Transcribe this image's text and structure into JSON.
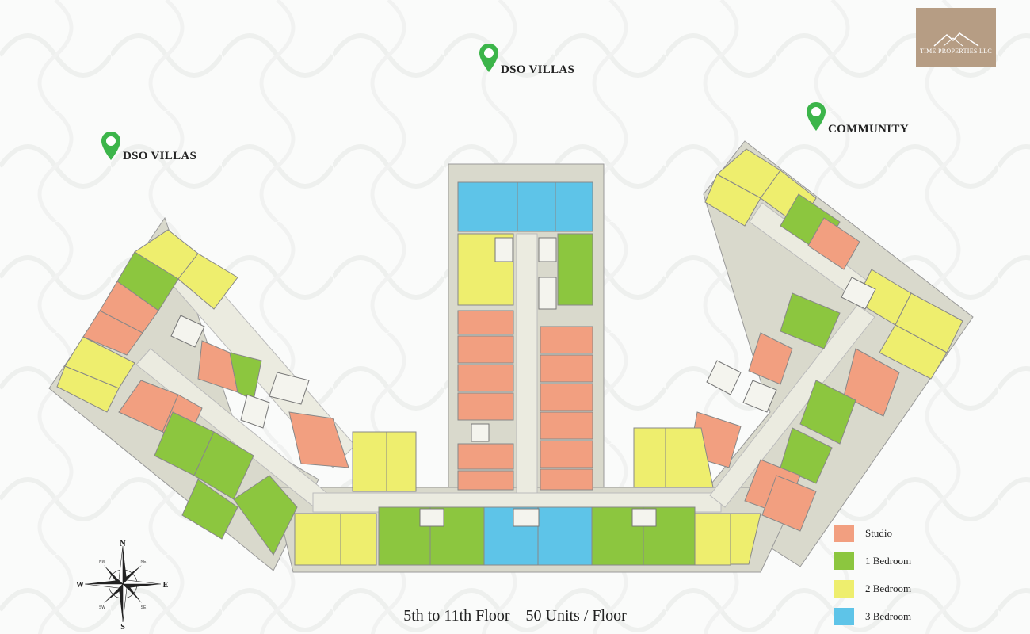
{
  "markers": [
    {
      "label": "DSO VILLAS",
      "id": "top"
    },
    {
      "label": "DSO VILLAS",
      "id": "left"
    },
    {
      "label": "COMMUNITY",
      "id": "right"
    }
  ],
  "logo": {
    "text": "TIME PROPERTIES LLC"
  },
  "legend": [
    {
      "label": "Studio",
      "color": "#f29f80"
    },
    {
      "label": "1 Bedroom",
      "color": "#8cc63f"
    },
    {
      "label": "2 Bedroom",
      "color": "#eeee6e"
    },
    {
      "label": "3 Bedroom",
      "color": "#5ec4e8"
    }
  ],
  "caption": "5th to 11th Floor – 50 Units / Floor",
  "compass": {
    "n": "N",
    "s": "S",
    "e": "E",
    "w": "W",
    "nw": "NW",
    "ne": "NE",
    "sw": "SW",
    "se": "SE"
  },
  "colors": {
    "studio": "#f29f80",
    "one_bed": "#8cc63f",
    "two_bed": "#eeee6e",
    "three_bed": "#5ec4e8",
    "wall": "#d9d9cc",
    "corridor": "#ebebe0",
    "pin": "#3cb54a",
    "logo_bg": "#b69d84"
  }
}
